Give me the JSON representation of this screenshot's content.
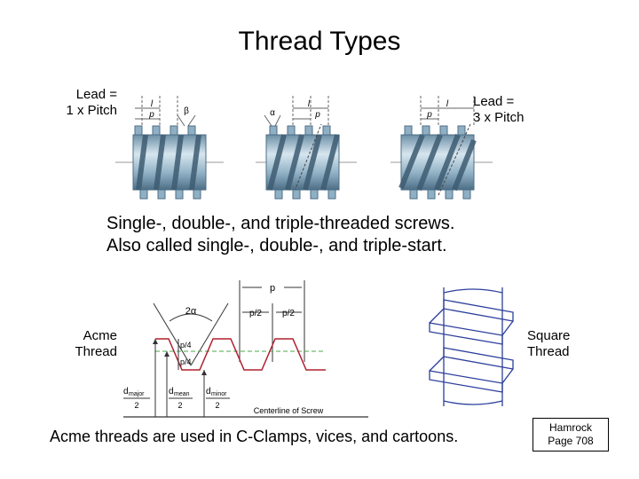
{
  "slide": {
    "title": "Thread Types",
    "lead_left": [
      "Lead =",
      "1 x Pitch"
    ],
    "lead_right": [
      "Lead =",
      "3 x Pitch"
    ],
    "description": [
      "Single-, double-, and triple-threaded screws.",
      "Also called single-, double-, and triple-start."
    ],
    "acme_label": [
      "Acme",
      "Thread"
    ],
    "square_label": [
      "Square",
      "Thread"
    ],
    "caption": "Acme threads are used in C-Clamps, vices, and cartoons.",
    "reference": [
      "Hamrock",
      "Page 708"
    ]
  },
  "screws": {
    "dim_l": "l",
    "dim_p": "p",
    "beta": "β",
    "alpha": "α"
  },
  "acme_diagram": {
    "p": "p",
    "p_half": "p/2",
    "two_alpha": "2α",
    "p_quarter": "p/4",
    "d_major": "d",
    "d_major_sub": "major",
    "d_mean": "d",
    "d_mean_sub": "mean",
    "d_minor": "d",
    "d_minor_sub": "minor",
    "divisor": "2",
    "centerline": "Centerline of Screw"
  },
  "colors": {
    "thread_fill": "#8fb0c4",
    "thread_dark": "#4d6e86",
    "profile_red": "#b0202e",
    "mean_line_green": "#4aa84a",
    "square_blue": "#2c3f9c"
  }
}
